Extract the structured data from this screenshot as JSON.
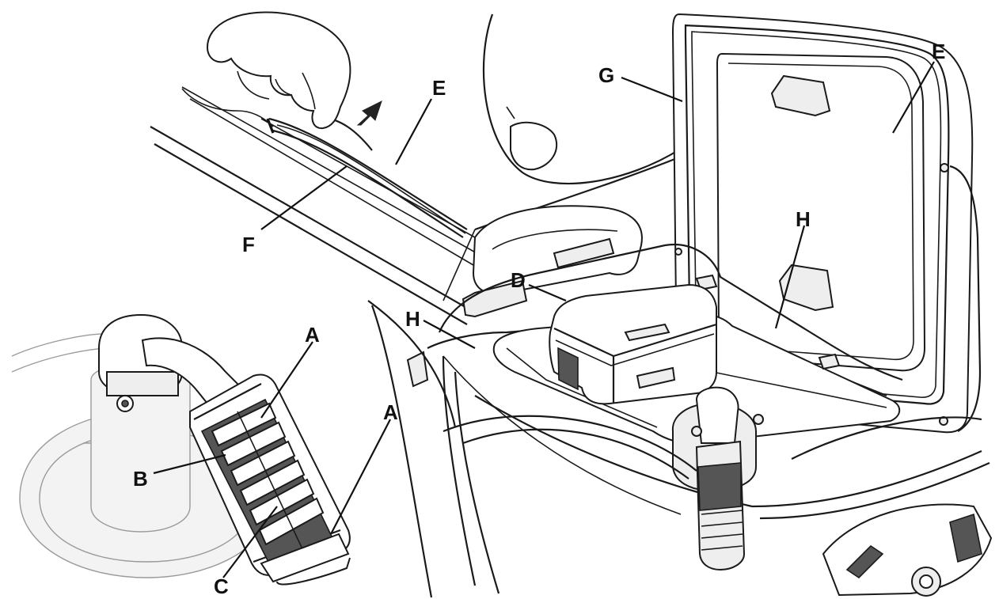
{
  "callouts": {
    "a_upper": "A",
    "a_lower": "A",
    "b": "B",
    "c": "C",
    "d": "D",
    "e_left": "E",
    "e_right": "E",
    "f": "F",
    "g": "G",
    "h_left": "H",
    "h_right": "H"
  },
  "icons": [
    "hand-icon",
    "arrow-up-right-icon"
  ],
  "colors": {
    "line": "#1a1a1a",
    "background": "#ffffff"
  }
}
